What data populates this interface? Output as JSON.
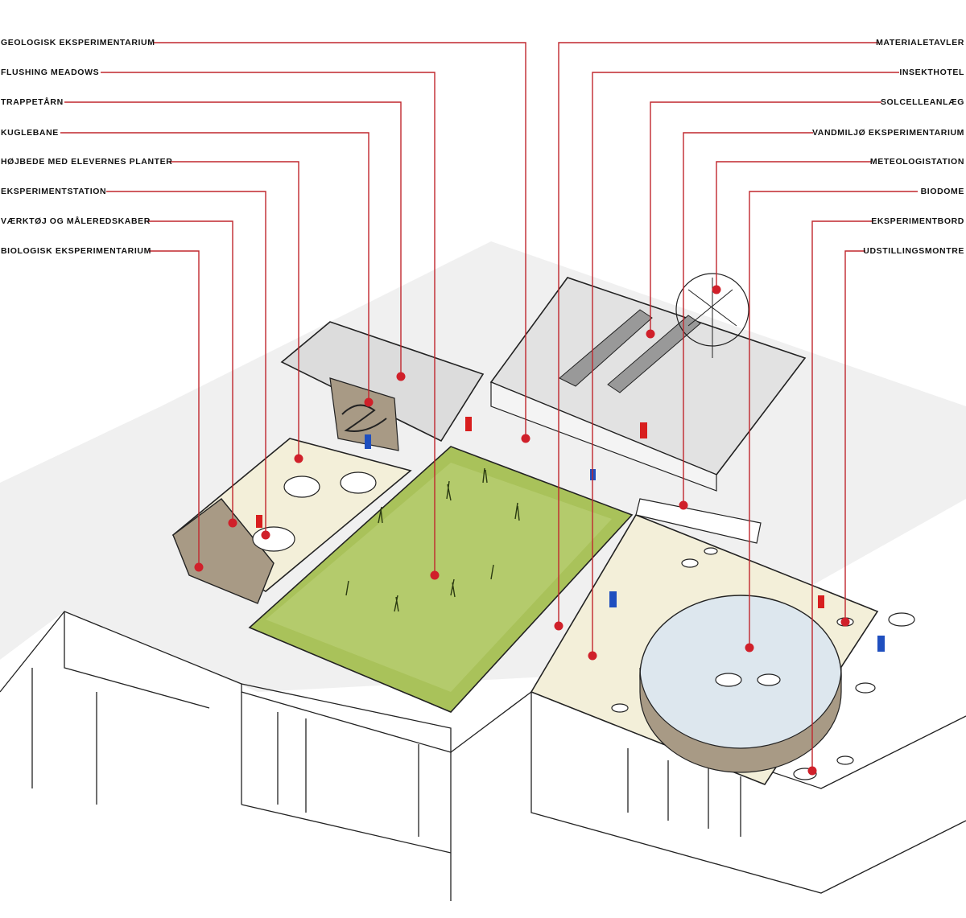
{
  "labels_left": [
    "GEOLOGISK EKSPERIMENTARIUM",
    "FLUSHING MEADOWS",
    "TRAPPETÅRN",
    "KUGLEBANE",
    "HØJBEDE MED ELEVERNES PLANTER",
    "EKSPERIMENTSTATION",
    "VÆRKTØJ OG MÅLEREDSKABER",
    "BIOLOGISK EKSPERIMENTARIUM"
  ],
  "labels_right": [
    "MATERIALETAVLER",
    "INSEKTHOTEL",
    "SOLCELLEANLÆG",
    "VANDMILJØ EKSPERIMENTARIUM",
    "METEOLOGISTATION",
    "BIODOME",
    "EKSPERIMENTBORD",
    "UDSTILLINGSMONTRE"
  ],
  "colors": {
    "leader_line": "#c0272d",
    "marker": "#d0202a",
    "lawn": "#a9c25a",
    "deck": "#f3efd9",
    "roof": "#dcdcdc",
    "planter": "#a89a85",
    "person_red": "#d81e1e",
    "person_blue": "#1f4fbf"
  }
}
